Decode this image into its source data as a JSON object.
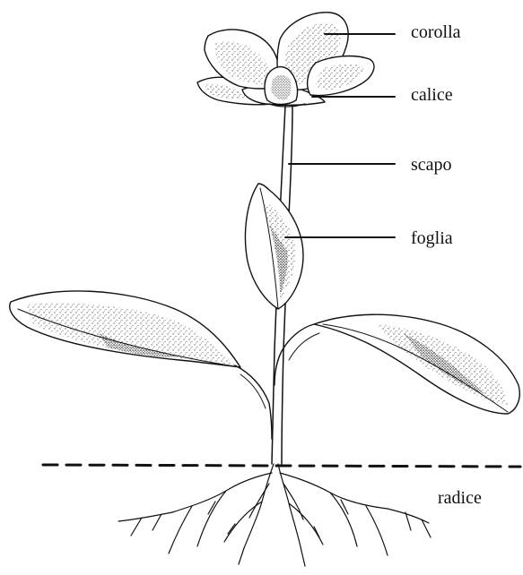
{
  "diagram": {
    "labels": {
      "corolla": "corolla",
      "calice": "calice",
      "scapo": "scapo",
      "foglia": "foglia",
      "radice": "radice"
    },
    "colors": {
      "ink": "#111111",
      "background": "#ffffff"
    }
  }
}
